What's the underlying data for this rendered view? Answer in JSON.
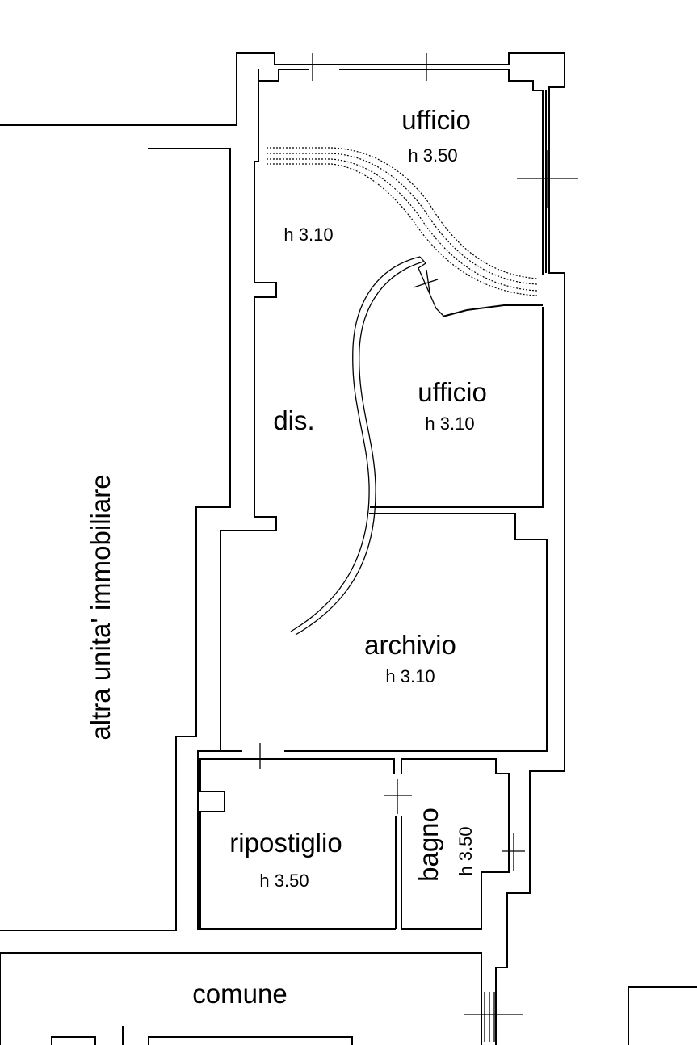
{
  "plan": {
    "neighbor_label": "altra unita' immobiliare",
    "rooms": {
      "ufficio_top": {
        "name": "ufficio",
        "height": "h 3.50"
      },
      "corridor_height": {
        "height": "h 3.10"
      },
      "ufficio_mid": {
        "name": "ufficio",
        "height": "h 3.10"
      },
      "dis": {
        "name": "dis."
      },
      "archivio": {
        "name": "archivio",
        "height": "h 3.10"
      },
      "ripostiglio": {
        "name": "ripostiglio",
        "height": "h 3.50"
      },
      "bagno": {
        "name": "bagno",
        "height": "h 3.50"
      },
      "comune": {
        "name": "comune"
      }
    }
  }
}
